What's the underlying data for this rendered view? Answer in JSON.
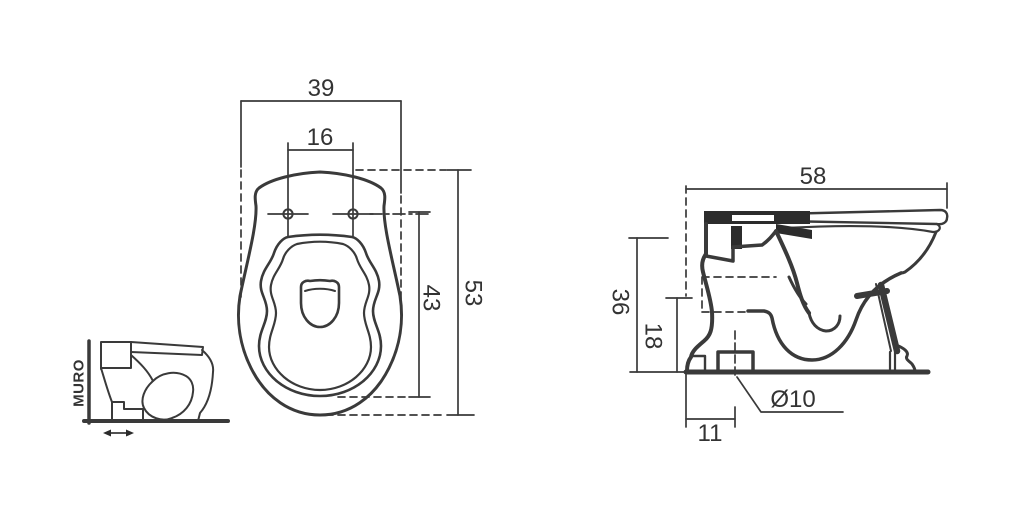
{
  "drawing": {
    "background": "#ffffff",
    "line_color": "#3a3a3a",
    "wall_label": "MURO",
    "plan_view": {
      "overall_width": "39",
      "fixing_hole_spacing": "16",
      "bowl_length": "43",
      "overall_depth": "53"
    },
    "side_view": {
      "overall_depth": "58",
      "rim_height": "36",
      "outlet_height": "18",
      "outlet_diameter": "Ø10",
      "outlet_distance": "11"
    }
  }
}
